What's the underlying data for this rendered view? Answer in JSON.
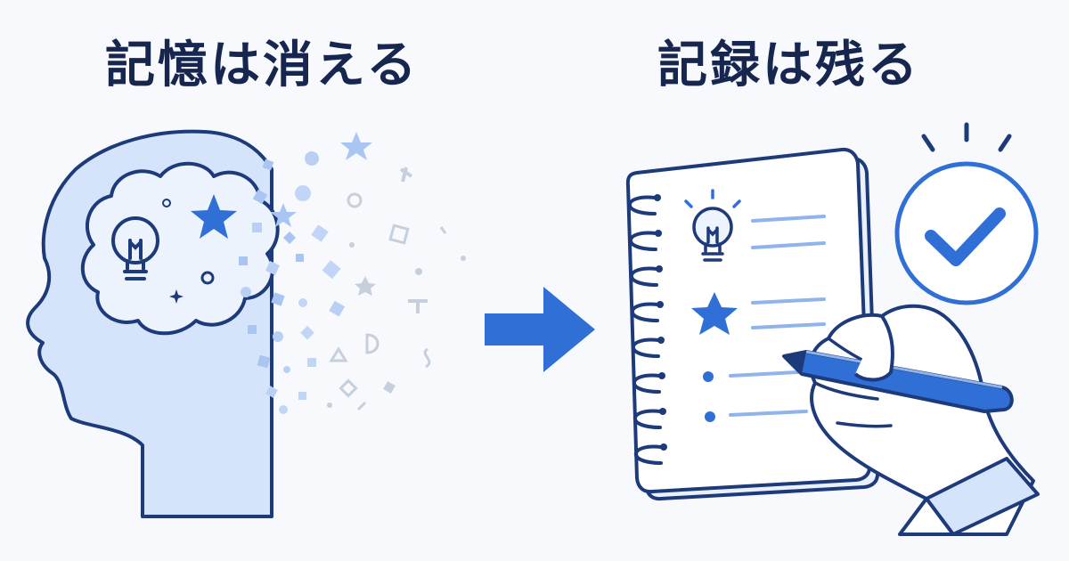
{
  "left_title": "記憶は消える",
  "right_title": "記録は残る",
  "colors": {
    "background": "#f7f9fc",
    "title": "#16264f",
    "outline": "#1d3a7a",
    "accent": "#2f6fd6",
    "light_fill": "#d6e4fb"
  },
  "icons": {
    "left": [
      "head-silhouette-icon",
      "brain-icon",
      "lightbulb-icon",
      "star-icon",
      "dissolving-particles"
    ],
    "center": "right-arrow-icon",
    "right": [
      "spiral-notebook-icon",
      "lightbulb-icon",
      "star-icon",
      "checkmark-circle-icon",
      "hand-writing-icon",
      "pen-icon"
    ]
  }
}
